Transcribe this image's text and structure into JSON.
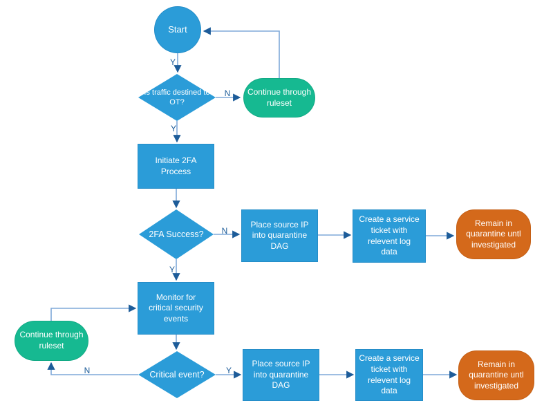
{
  "diagram": {
    "colors": {
      "process_blue": "#2B9CD8",
      "terminator_green": "#16B991",
      "terminator_orange": "#D4691B",
      "connector_line": "#7FA8D9",
      "arrowhead": "#1D5C99",
      "edge_label": "#1D5C99",
      "node_text": "#FFFFFF",
      "background": "#FFFFFF"
    },
    "nodes": {
      "start": {
        "label": "Start",
        "shape": "circle"
      },
      "traffic_decision": {
        "label": "Is traffic destined to\nOT?",
        "shape": "decision"
      },
      "continue_ruleset_top": {
        "label": "Continue through\nruleset",
        "shape": "terminator"
      },
      "initiate_2fa": {
        "label": "Initiate 2FA\nProcess",
        "shape": "process"
      },
      "2fa_decision": {
        "label": "2FA Success?",
        "shape": "decision"
      },
      "quarantine_dag_1": {
        "label": "Place source IP\ninto quarantine\nDAG",
        "shape": "process"
      },
      "service_ticket_1": {
        "label": "Create a service\nticket with\nrelevent log\ndata",
        "shape": "process"
      },
      "remain_quarantine_1": {
        "label": "Remain in\nquarantine untl\ninvestigated",
        "shape": "terminator"
      },
      "monitor_events": {
        "label": "Monitor for\ncritical security\nevents",
        "shape": "process"
      },
      "continue_ruleset_left": {
        "label": "Continue through\nruleset",
        "shape": "terminator"
      },
      "critical_decision": {
        "label": "Critical event?",
        "shape": "decision"
      },
      "quarantine_dag_2": {
        "label": "Place source IP\ninto quarantine\nDAG",
        "shape": "process"
      },
      "service_ticket_2": {
        "label": "Create a service\nticket with\nrelevent log\ndata",
        "shape": "process"
      },
      "remain_quarantine_2": {
        "label": "Remain in\nquarantine untl\ninvestigated",
        "shape": "terminator"
      }
    },
    "edge_labels": {
      "start_to_traffic": "Y",
      "traffic_no": "N",
      "traffic_yes": "Y",
      "2fa_no": "N",
      "2fa_yes": "Y",
      "critical_no": "N",
      "critical_yes": "Y"
    }
  }
}
